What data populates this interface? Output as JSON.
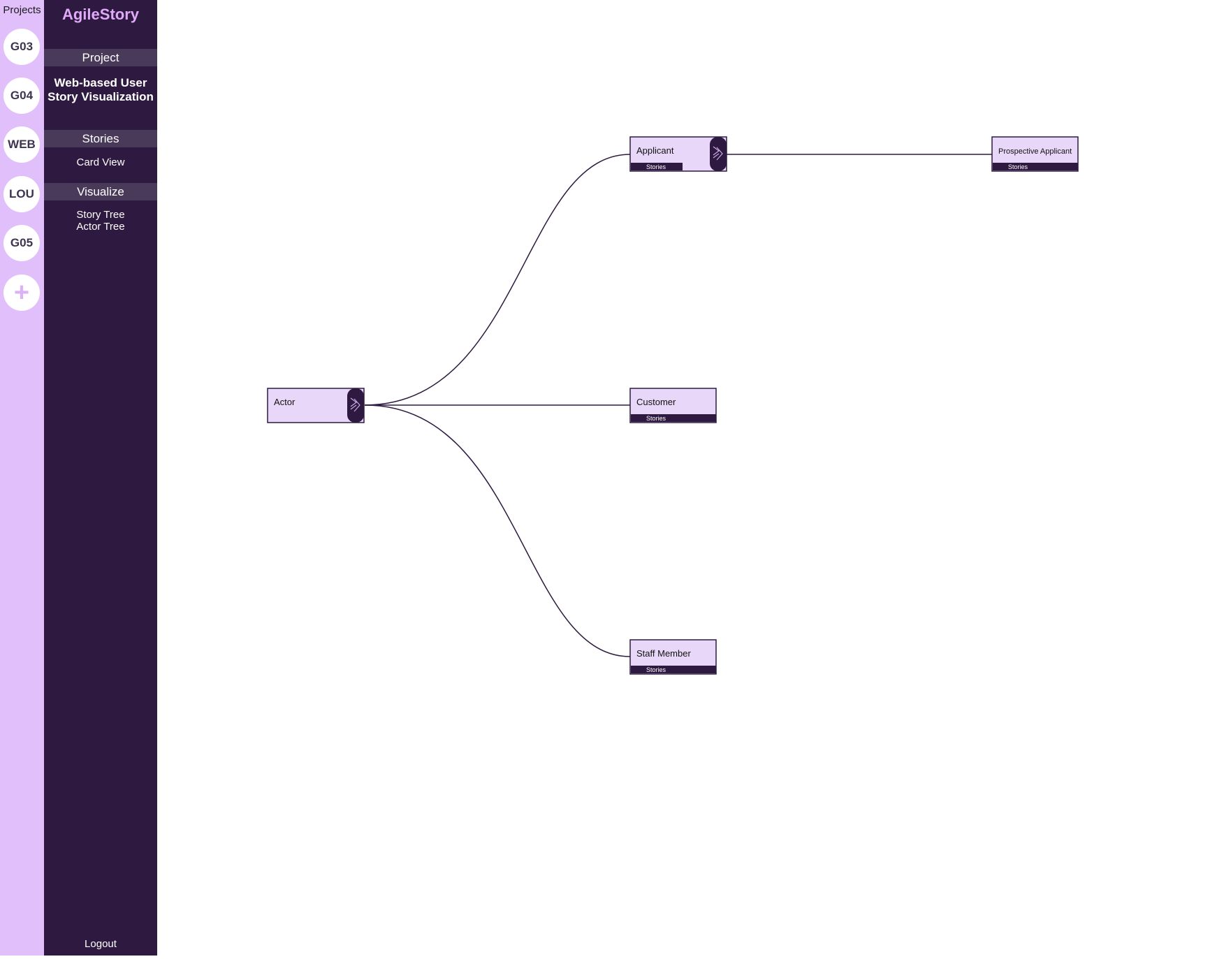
{
  "rail": {
    "title": "Projects",
    "projects": [
      "G03",
      "G04",
      "WEB",
      "LOU",
      "G05"
    ],
    "add_symbol": "+"
  },
  "sidebar": {
    "brand": "AgileStory",
    "project_header": "Project",
    "project_name_line1": "Web-based User",
    "project_name_line2": "Story Visualization",
    "stories_header": "Stories",
    "card_view": "Card View",
    "visualize_header": "Visualize",
    "story_tree": "Story Tree",
    "actor_tree": "Actor Tree",
    "logout": "Logout"
  },
  "tree": {
    "nodes": {
      "actor": {
        "label": "Actor",
        "expandable": true
      },
      "applicant": {
        "label": "Applicant",
        "stories": "Stories",
        "expandable": true
      },
      "prospective": {
        "label": "Prospective Applicant",
        "stories": "Stories"
      },
      "customer": {
        "label": "Customer",
        "stories": "Stories"
      },
      "staff": {
        "label": "Staff Member",
        "stories": "Stories"
      }
    },
    "colors": {
      "node_fill": "#e8d7f8",
      "dark": "#2e1a40",
      "link": "#2e1a40"
    }
  }
}
